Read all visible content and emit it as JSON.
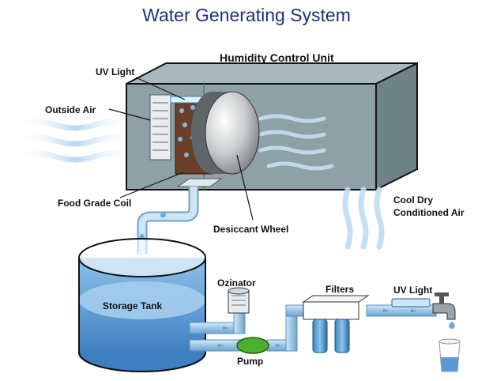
{
  "diagram": {
    "title": "Water Generating System",
    "labels": {
      "humidity_control_unit": "Humidity Control Unit",
      "uv_light_top": "UV Light",
      "outside_air": "Outside Air",
      "food_grade_coil": "Food Grade Coil",
      "desiccant_wheel": "Desiccant Wheel",
      "cool_dry_air_line1": "Cool Dry",
      "cool_dry_air_line2": "Conditioned Air",
      "storage_tank": "Storage Tank",
      "ozinator": "Ozinator",
      "pump": "Pump",
      "filters": "Filters",
      "uv_light_pipe": "UV Light"
    },
    "colors": {
      "title": "#1f2f7d",
      "unit_box": "#8ea1a7",
      "water": "#5b9bd5",
      "pipe": "#a9cce8",
      "pump": "#4caf2e",
      "air": "#b8d8f0"
    }
  }
}
